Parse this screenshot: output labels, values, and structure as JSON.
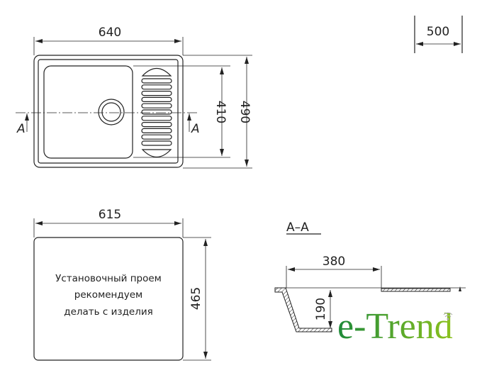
{
  "top_view": {
    "width_dim": "640",
    "bowl_dim": "410",
    "depth_dim": "490",
    "section_mark_left": "A",
    "section_mark_right": "A"
  },
  "cabinet": {
    "size_dim": "500"
  },
  "cutout": {
    "width_dim": "615",
    "height_dim": "465",
    "note_lines": [
      "Установочный проем",
      "рекомендуем",
      "делать с изделия"
    ]
  },
  "section": {
    "title": "A–A",
    "length_dim": "380",
    "depth_dim": "190"
  },
  "logo": {
    "text": "e-Trend",
    "color_start": "#1f8a3a",
    "color_end": "#8cc21f"
  }
}
